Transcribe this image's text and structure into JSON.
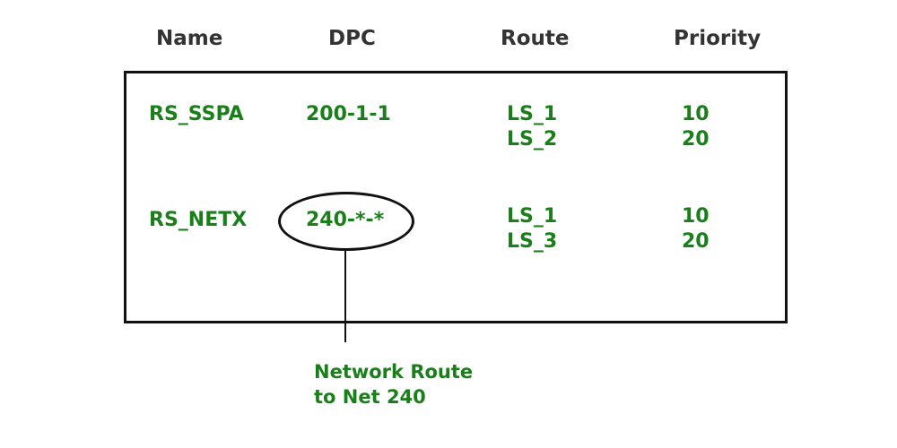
{
  "colors": {
    "text_dark": "#333333",
    "accent_green": "#1a7f1a",
    "border": "#111111"
  },
  "headers": {
    "name": "Name",
    "dpc": "DPC",
    "route": "Route",
    "priority": "Priority"
  },
  "rows": [
    {
      "name": "RS_SSPA",
      "dpc": "200-1-1",
      "routes": [
        "LS_1",
        "LS_2"
      ],
      "priorities": [
        "10",
        "20"
      ]
    },
    {
      "name": "RS_NETX",
      "dpc": "240-*-*",
      "routes": [
        "LS_1",
        "LS_3"
      ],
      "priorities": [
        "10",
        "20"
      ]
    }
  ],
  "annotation": {
    "line1": "Network Route",
    "line2": "to Net 240"
  }
}
